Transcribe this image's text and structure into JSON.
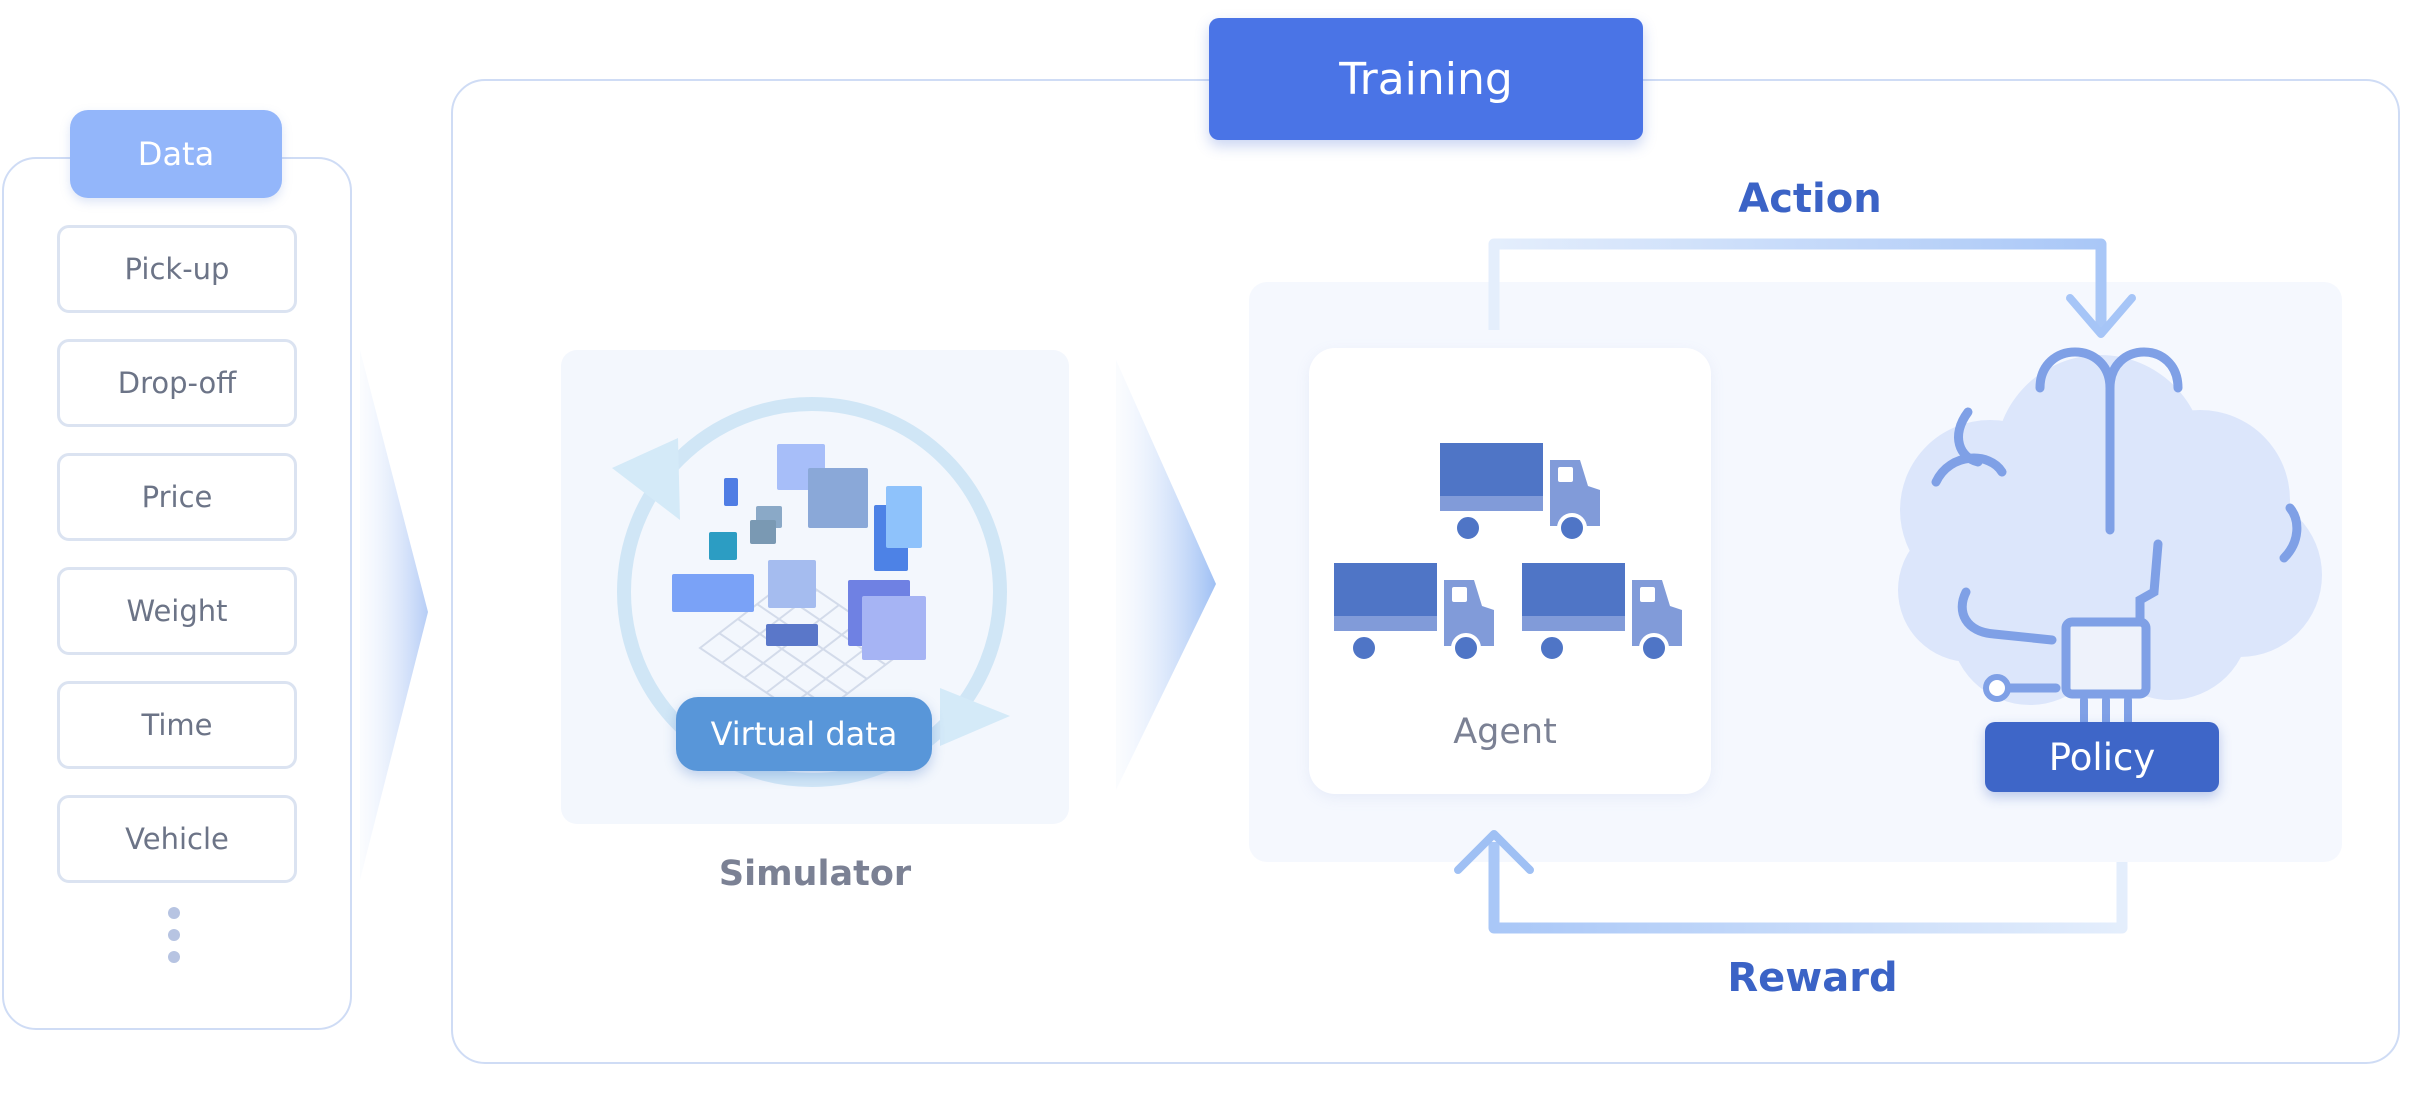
{
  "data_panel": {
    "title": "Data",
    "items": [
      "Pick-up",
      "Drop-off",
      "Price",
      "Weight",
      "Time",
      "Vehicle"
    ]
  },
  "training": {
    "title": "Training",
    "simulator": {
      "label": "Simulator",
      "badge": "Virtual data"
    },
    "agent": {
      "label": "Agent"
    },
    "policy": {
      "label": "Policy"
    },
    "action_label": "Action",
    "reward_label": "Reward"
  },
  "colors": {
    "primary": "#4a74e6",
    "data_header": "#93b6fa",
    "policy": "#3e66c8",
    "virtual_badge": "#5896d9",
    "label_blue": "#3b63c6",
    "panel_border": "#cfdcf5"
  }
}
